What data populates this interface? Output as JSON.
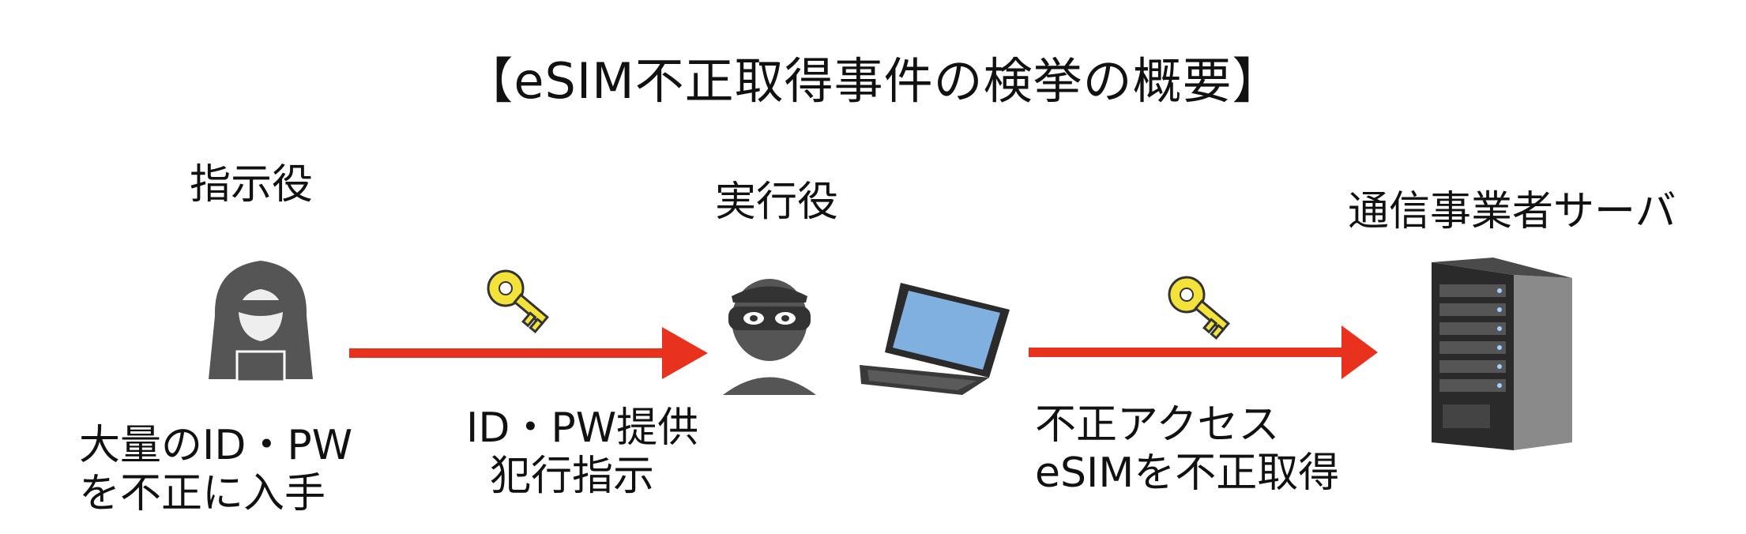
{
  "title": "【eSIM不正取得事件の検挙の概要】",
  "roles": {
    "instructor": "指示役",
    "executor": "実行役",
    "server": "通信事業者サーバ"
  },
  "descriptions": {
    "instructor": [
      "大量のID・PW",
      "を不正に入手"
    ],
    "handoff": [
      "ID・PW提供",
      "犯行指示"
    ],
    "access": [
      "不正アクセス",
      "eSIMを不正取得"
    ]
  },
  "icons": {
    "instructor": "hooded-hacker-icon",
    "key_left": "key-icon",
    "executor": "masked-thief-icon",
    "laptop": "laptop-icon",
    "key_right": "key-icon",
    "server": "server-rack-icon"
  },
  "colors": {
    "arrow": "#e8321e",
    "key": "#f2e23a",
    "figure": "#555555"
  }
}
